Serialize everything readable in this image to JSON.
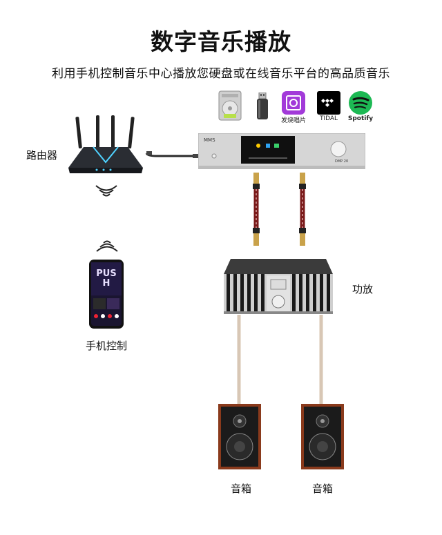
{
  "title": "数字音乐播放",
  "subtitle": "利用手机控制音乐中心播放您硬盘或在线音乐平台的高品质音乐",
  "router_label": "路由器",
  "phone_label": "手机控制",
  "amp_label": "功放",
  "speaker_left_label": "音箱",
  "speaker_right_label": "音箱",
  "sources": {
    "cd_label": "发烧唱片",
    "tidal_label": "TIDAL",
    "spotify_label": "Spotify"
  },
  "player": {
    "brand": "MMS",
    "model": "DMP 20"
  },
  "phone_screen_text": "PUSH",
  "colors": {
    "accent_purple": "#a23ad9",
    "spotify_green": "#1db954",
    "cable_red": "#7a1a1a",
    "wood": "#8a3a1c"
  }
}
